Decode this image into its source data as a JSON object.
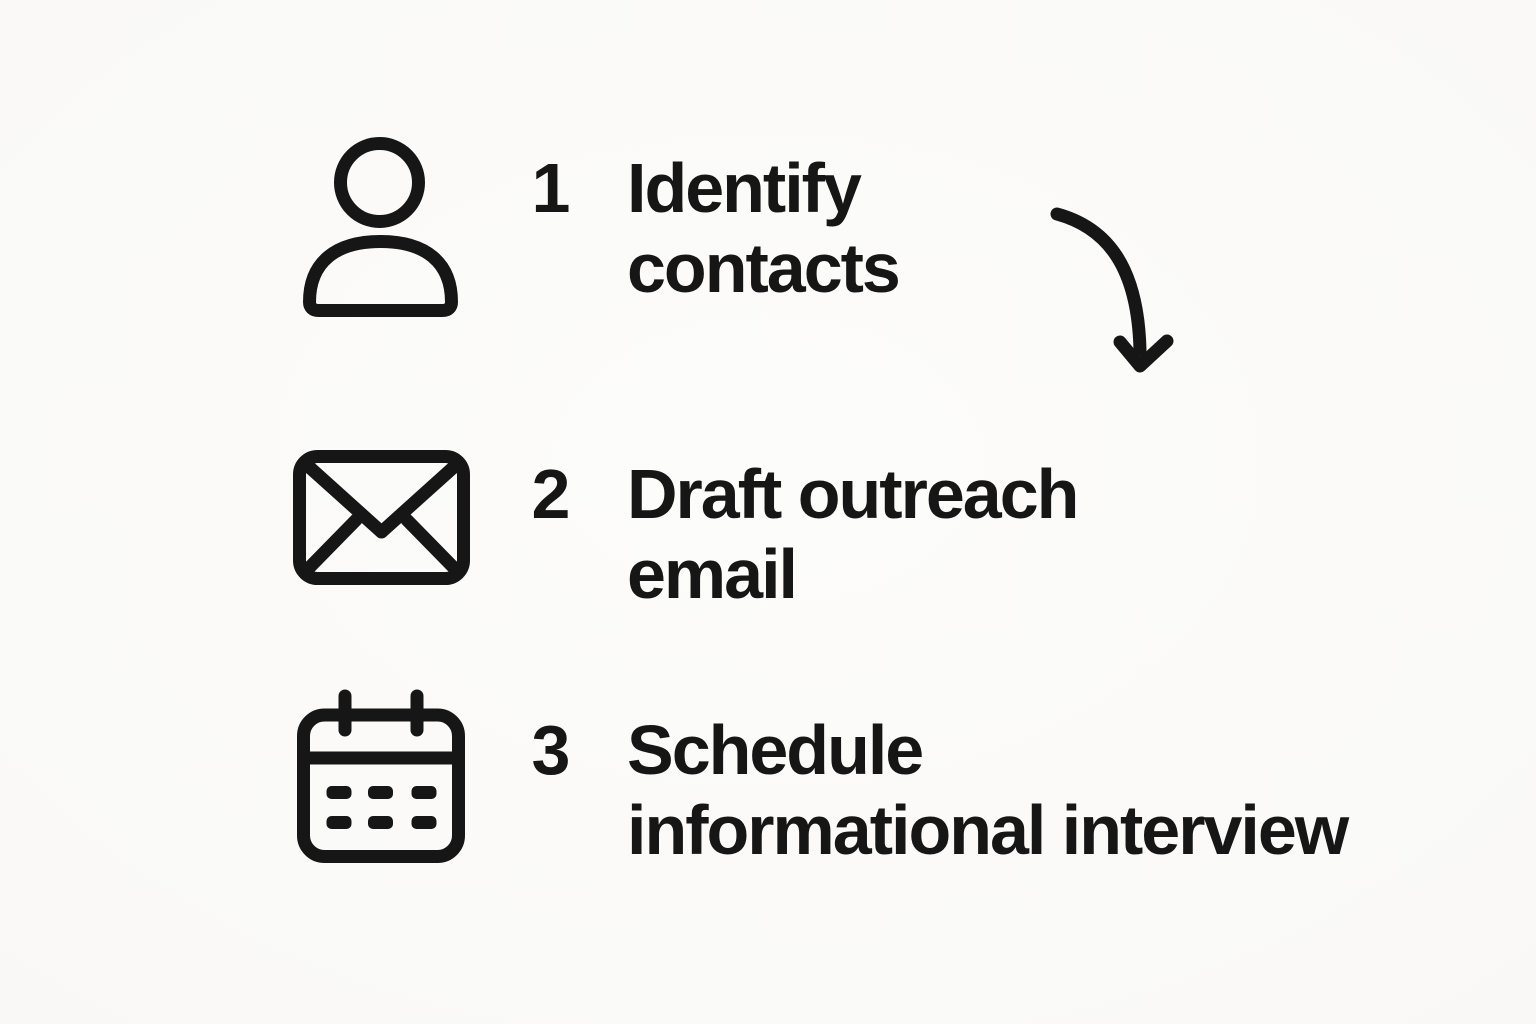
{
  "page": {
    "background_color": "#faf9f7",
    "ink_color": "#161616"
  },
  "steps": [
    {
      "number": "1",
      "label_line1": "Identify",
      "label_line2": "contacts",
      "icon": "person-icon"
    },
    {
      "number": "2",
      "label_line1": "Draft outreach",
      "label_line2": "email",
      "icon": "envelope-icon"
    },
    {
      "number": "3",
      "label_line1": "Schedule",
      "label_line2": "informational interview",
      "icon": "calendar-icon"
    }
  ],
  "arrow": {
    "icon": "curved-arrow-down-icon"
  }
}
